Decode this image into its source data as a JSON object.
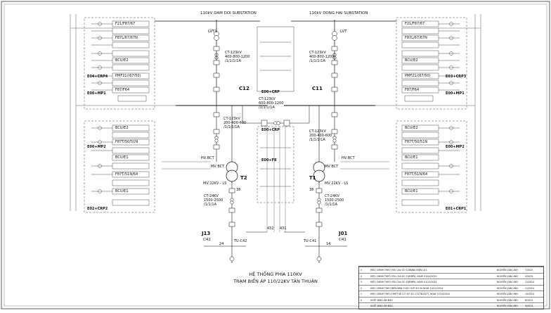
{
  "substations": {
    "left_title": "110kV DAM DOI SUBSTATION",
    "right_title": "110kV DONG HAI SUBSTATION"
  },
  "bays": {
    "left_lvt": "LVT1",
    "right_lvt": "LVT",
    "ct_top_left": {
      "label": "CT-123kV",
      "ratio": "400-800-1200",
      "class": "/1/1/1/1A"
    },
    "ct_top_right": {
      "label": "CT-123kV",
      "ratio": "400-800-1200",
      "class": "/1/1/1/1A"
    },
    "c12": "C12",
    "c11": "C11",
    "ct_mid": {
      "label": "CT-123kV",
      "ratio": "600-800-1200",
      "class": "/1/1/1/1A"
    },
    "ct_left_t2": {
      "label": "CT-123kV",
      "ratio": "200-400-600",
      "class": "/1/1/1/1A"
    },
    "ct_right_t1": {
      "label": "CT-123kV",
      "ratio": "200-400-600",
      "class": "/1/1/1/1A"
    },
    "t2": "T2",
    "t1": "T1",
    "mv_left": "MV 22KV - LS",
    "mv_right": "MV 22KV - LS",
    "ct24_left": {
      "label": "CT-24KV",
      "ratio": "1500-2500",
      "class": "/1/1/1A"
    },
    "ct24_right": {
      "label": "CT-24KV",
      "ratio": "1500-2500",
      "class": "/1/1/1A"
    },
    "j13": "J13",
    "j01": "J01",
    "c42": "C42",
    "c41": "C41",
    "tu_c42": "TU-C42",
    "tu_c41": "TU-C41",
    "n24": "24",
    "n14": "14",
    "n432": "432",
    "n431": "431",
    "n38a": "38",
    "n38b": "38"
  },
  "panels": {
    "e04_crp4": "E04+CRP4",
    "e03_crp3": "E03+CRP3",
    "e00_mp1_left": "E00+MP1",
    "e00_mp1_right": "E00+MP1",
    "e00_mp2_left": "E00+MP2",
    "e00_mp2_right": "E00+MP2",
    "e02_crp2": "E02+CRP2",
    "e01_crp1": "E01+CRP1",
    "center_top": "E00+CRP",
    "center_mid": "E00+CRP",
    "center_bot": "E00+F8",
    "hv_bct_left": "HV BCT",
    "hv_bct_right": "HV BCT",
    "mv_bct_left": "MV BCT",
    "mv_bct_right": "MV BCT"
  },
  "devices_left": [
    "F21/F87/67",
    "F87L/67/67N",
    "BCU/E2",
    "PMF21/(67/50)",
    "F87/F64",
    "BCU/E2",
    "F87T/50/51N",
    "BCU/E1",
    "F87T/51N/64",
    "BCU/E1"
  ],
  "devices_right": [
    "F21/F87/67",
    "F87L/67/67N",
    "BCU/E2",
    "PMF21/(67/50)",
    "F87/F64",
    "BCU/E2",
    "F87T/50/51N",
    "BCU/E1",
    "F87T/51N/64",
    "BCU/E1"
  ],
  "title_block": {
    "line1": "HỆ THỐNG PHÍA 110KV",
    "line2": "TRẠM BIẾN ÁP 110/22KV TÂN THUẬN"
  },
  "revisions": [
    {
      "no": "5",
      "desc": "HIỆU CHỈNH THEO YÊU CẦU SỐ 1288/ĐA ĐIỆN LỰC",
      "name": "NGUYỄN VĂN LINH",
      "date": "7/2025"
    },
    {
      "no": "4",
      "desc": "HIỆU CHỈNH THEO YÊU CẦU SỐ 19/EMPA, NGÀY 01/04/2025",
      "name": "NGUYỄN VĂN LINH",
      "date": "4/2025"
    },
    {
      "no": "3",
      "desc": "HIỆU CHỈNH THEO YÊU CẦU SỐ 18/EMPA, NGÀY 01/12/2024",
      "name": "NGUYỄN VĂN LINH",
      "date": "12/2024"
    },
    {
      "no": "2",
      "desc": "HIỆU CHỈNH THEO BIÊN BẢN CUỘC HỌP SỐ 09 NGÀY 14/11/2024",
      "name": "NGUYỄN VĂN LINH",
      "date": "11/2024"
    },
    {
      "no": "1",
      "desc": "HIỆU CHỈNH THEO THIẾT KẾ CƠ SỞ SỐ 172/TB-ĐLTT, NGÀY 27/10/2024",
      "name": "NGUYỄN VĂN LINH",
      "date": "10/2024"
    },
    {
      "no": "0",
      "desc": "XUẤT BẢN LẦN ĐẦU",
      "name": "NGUYỄN VĂN LINH",
      "date": "6/2024"
    },
    {
      "no": "",
      "desc": "XUẤT BẢN LẦN ĐẦU",
      "name": "NGUYỄN VĂN LINH",
      "date": "5/2024"
    }
  ]
}
